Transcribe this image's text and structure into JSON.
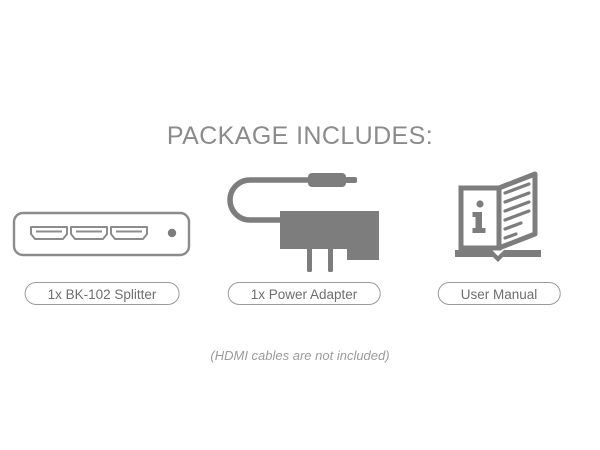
{
  "header": {
    "title": "PACKAGE INCLUDES:"
  },
  "colors": {
    "title_gray": "#8b8b8b",
    "icon_gray": "#7d7d7d",
    "outline_gray": "#8c8c8c",
    "pill_border": "#9a9a9a",
    "pill_text": "#6e6e6e",
    "footnote_gray": "#9b9b9b",
    "background": "#ffffff"
  },
  "items": [
    {
      "icon": "hdmi-splitter-icon",
      "label": "1x BK-102 Splitter",
      "ports": 3,
      "has_led": true
    },
    {
      "icon": "power-adapter-icon",
      "label": "1x Power Adapter",
      "prongs": 2
    },
    {
      "icon": "user-manual-book-icon",
      "label": "User Manual",
      "info_glyph": "i",
      "text_lines": 6
    }
  ],
  "footnote": {
    "text": "(HDMI cables are not included)"
  }
}
